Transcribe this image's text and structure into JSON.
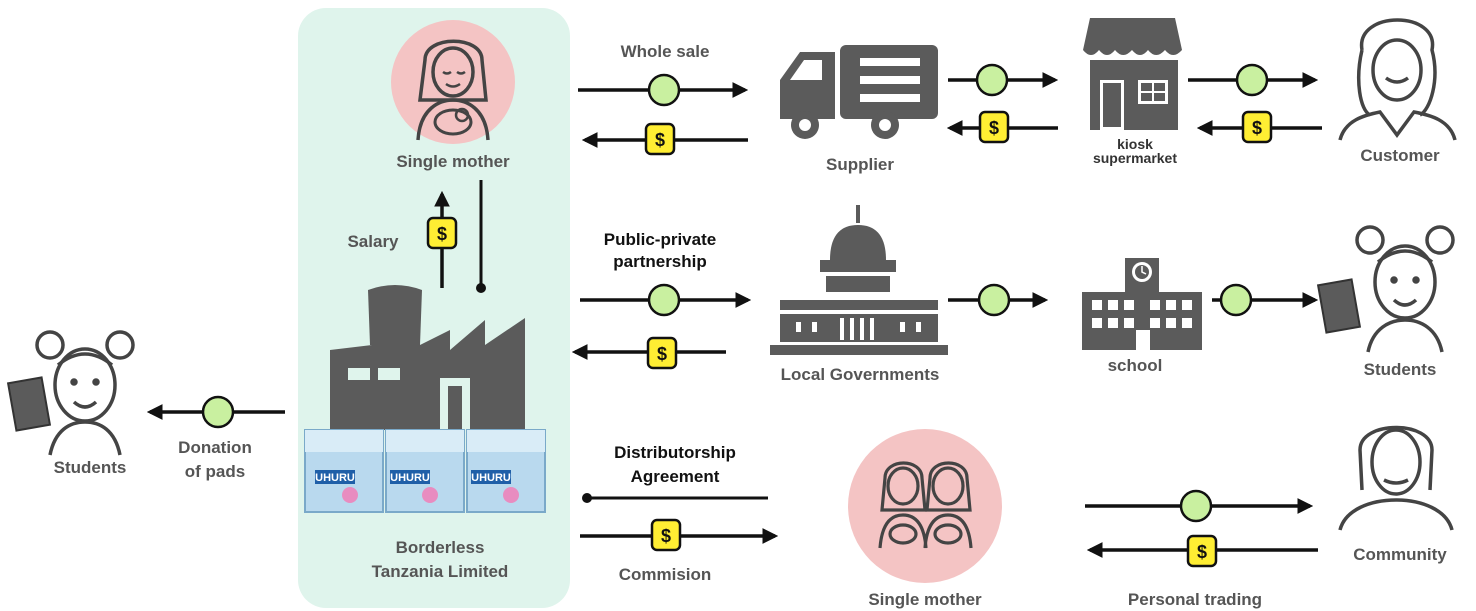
{
  "colors": {
    "panel_bg": "#dff4ec",
    "icon_gray": "#5b5b5b",
    "pink_circle": "#f4c4c4",
    "node_green": "#c9f0a0",
    "dollar_yellow": "#ffee33",
    "arrow_black": "#111111"
  },
  "panel": {
    "company_name_line1": "Borderless",
    "company_name_line2": "Tanzania Limited",
    "single_mother": "Single mother",
    "salary": "Salary",
    "product_brand": "UHURU"
  },
  "left": {
    "students": "Students",
    "donation_line1": "Donation",
    "donation_line2": "of pads"
  },
  "row1": {
    "flow_label": "Whole sale",
    "supplier": "Supplier",
    "kiosk_line1": "kiosk",
    "kiosk_line2": "supermarket",
    "customer": "Customer"
  },
  "row2": {
    "flow_label_line1": "Public-private",
    "flow_label_line2": "partnership",
    "local_gov": "Local Governments",
    "school": "school",
    "students": "Students"
  },
  "row3": {
    "flow_label_line1": "Distributorship",
    "flow_label_line2": "Agreement",
    "commission": "Commision",
    "single_mother": "Single mother",
    "personal_trading": "Personal trading",
    "community": "Community"
  },
  "dollar_symbol": "$"
}
